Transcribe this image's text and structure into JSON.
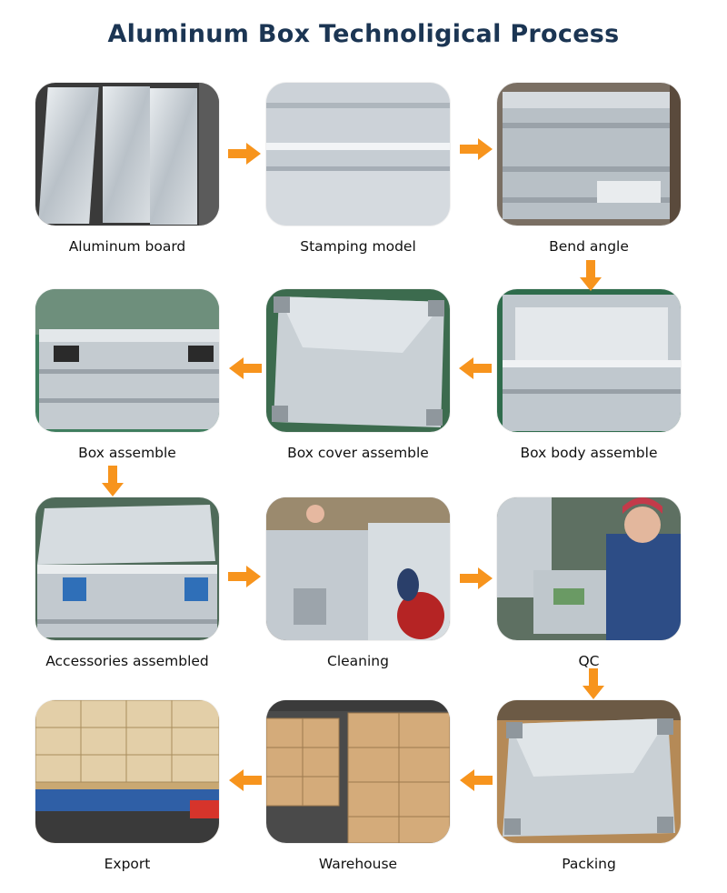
{
  "title": "Aluminum Box Technoligical Process",
  "colors": {
    "title": "#1b3553",
    "arrow": "#f7941d"
  },
  "steps": [
    {
      "label": "Aluminum board"
    },
    {
      "label": "Stamping model"
    },
    {
      "label": "Bend angle"
    },
    {
      "label": "Box body assemble"
    },
    {
      "label": "Box cover assemble"
    },
    {
      "label": "Box assemble"
    },
    {
      "label": "Accessories assembled"
    },
    {
      "label": "Cleaning"
    },
    {
      "label": "QC"
    },
    {
      "label": "Packing"
    },
    {
      "label": "Warehouse"
    },
    {
      "label": "Export"
    }
  ],
  "flow_arrows": [
    "right",
    "right",
    "down",
    "left",
    "left",
    "down",
    "right",
    "right",
    "down",
    "left",
    "left"
  ]
}
